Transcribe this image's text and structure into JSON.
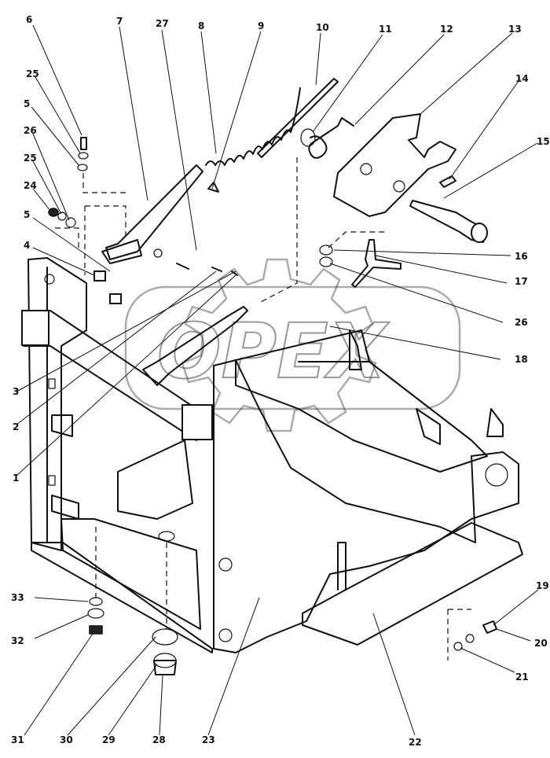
{
  "watermark": {
    "text": "OPEX"
  },
  "callouts": [
    "1",
    "2",
    "3",
    "4",
    "5",
    "5",
    "6",
    "7",
    "8",
    "9",
    "10",
    "11",
    "12",
    "13",
    "14",
    "15",
    "16",
    "17",
    "18",
    "19",
    "20",
    "21",
    "22",
    "23",
    "24",
    "25",
    "25",
    "26",
    "26",
    "27",
    "28",
    "29",
    "30",
    "31",
    "32",
    "33"
  ]
}
